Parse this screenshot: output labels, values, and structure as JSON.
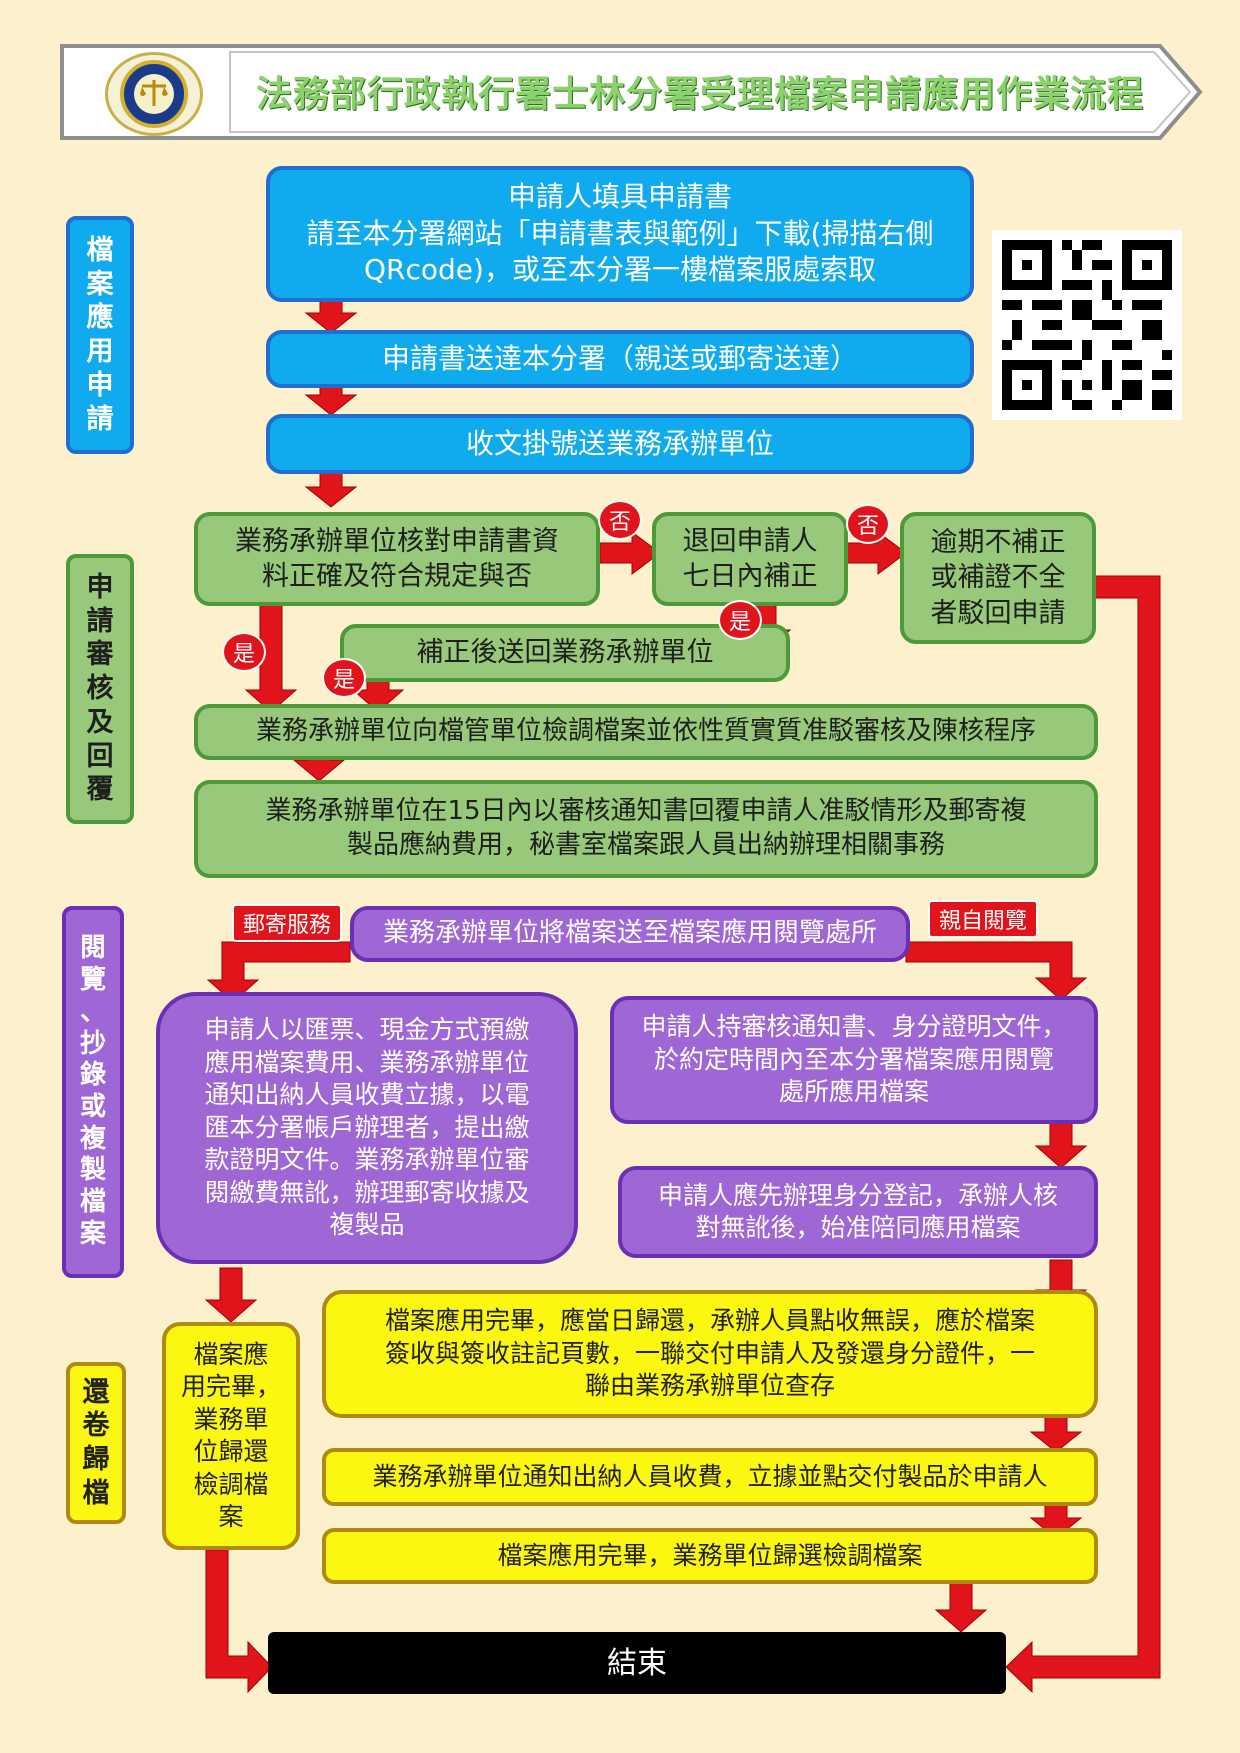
{
  "title": "法務部行政執行署士林分署受理檔案申請應用作業流程",
  "sections": {
    "apply": [
      "檔",
      "案",
      "應",
      "用",
      "申",
      "請"
    ],
    "review": [
      "申",
      "請",
      "審",
      "核",
      "及",
      "回",
      "覆"
    ],
    "read": [
      "閱",
      "覽",
      "、",
      "抄",
      "錄",
      "或",
      "複",
      "製",
      "檔",
      "案"
    ],
    "return": [
      "還",
      "卷",
      "歸",
      "檔"
    ]
  },
  "steps": {
    "fill_form": "申請人填具申請書\n請至本分署網站「申請書表與範例」下載(掃描右側\nQRcode)，或至本分署一樓檔案服處索取",
    "submit": "申請書送達本分署（親送或郵寄送達）",
    "register": "收文掛號送業務承辦單位",
    "verify": "業務承辦單位核對申請書資\n料正確及符合規定與否",
    "return_fix": "退回申請人\n七日內補正",
    "overdue": "逾期不補正\n或補證不全\n者駁回申請",
    "resubmit": "補正後送回業務承辦單位",
    "retrieve": "業務承辦單位向檔管單位檢調檔案並依性質實質准駁審核及陳核程序",
    "reply": "業務承辦單位在15日內以審核通知書回覆申請人准駁情形及郵寄複\n製品應納費用，秘書室檔案跟人員出納辦理相關事務",
    "send_to_reading": "業務承辦單位將檔案送至檔案應用閱覽處所",
    "mail_payment": "申請人以匯票、現金方式預繳\n應用檔案費用、業務承辦單位\n通知出納人員收費立據，以電\n匯本分署帳戶辦理者，提出繳\n款證明文件。業務承辦單位審\n閱繳費無訛，辦理郵寄收據及\n複製品",
    "in_person": "申請人持審核通知書、身分證明文件，\n於約定時間內至本分署檔案應用閱覽\n處所應用檔案",
    "identity": "申請人應先辦理身分登記，承辦人核\n對無訛後，始准陪同應用檔案",
    "mail_return": "檔案應\n用完畢，\n業務單\n位歸還\n檢調檔\n案",
    "finish_use": "檔案應用完畢，應當日歸還，承辦人員點收無誤，應於檔案\n簽收與簽收註記頁數，一聯交付申請人及發還身分證件，一\n聯由業務承辦單位查存",
    "cashier": "業務承辦單位通知出納人員收費，立據並點交付製品於申請人",
    "archive_return": "檔案應用完畢，業務單位歸選檢調檔案",
    "end": "結束"
  },
  "labels": {
    "no": "否",
    "yes": "是",
    "mail_service": "郵寄服務",
    "in_person_view": "親自閱覽"
  },
  "colors": {
    "blue": "#10aaee",
    "green": "#98c87a",
    "purple": "#9f67d6",
    "yellow": "#fcf710",
    "arrow_red": "#e0141a"
  },
  "icons": {
    "logo": "justice-scale-emblem",
    "qr": "qr-code"
  }
}
